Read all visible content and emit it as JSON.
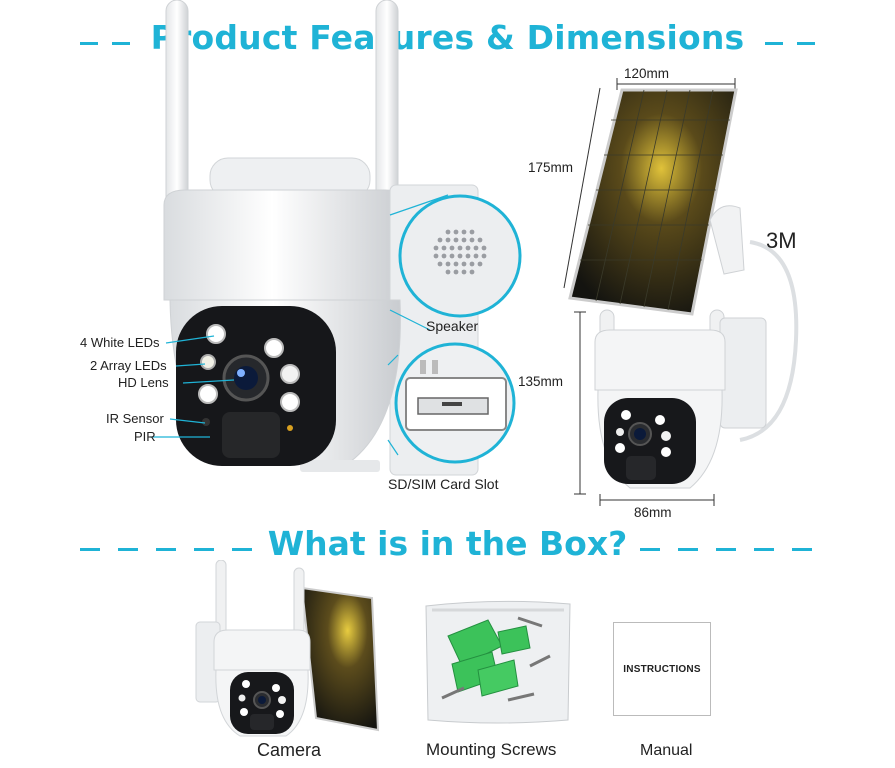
{
  "features_title": "Product Features & Dimensions",
  "box_title": "What is in the Box?",
  "camera_labels": {
    "white_leds": "4 White LEDs",
    "array_leds": "2 Array LEDs",
    "hd_lens": "HD Lens",
    "ir_sensor": "IR Sensor",
    "pir": "PIR"
  },
  "callouts": {
    "speaker": "Speaker",
    "card_slot": "SD/SIM Card Slot"
  },
  "dimensions": {
    "panel_width": "120mm",
    "panel_height": "175mm",
    "camera_height": "135mm",
    "camera_width": "86mm",
    "cable_length": "3M"
  },
  "box_items": {
    "camera": "Camera",
    "screws": "Mounting Screws",
    "manual": "Manual",
    "manual_cover": "INSTRUCTIONS"
  },
  "colors": {
    "accent": "#1fb3d6",
    "panel": "#1b1b12"
  }
}
